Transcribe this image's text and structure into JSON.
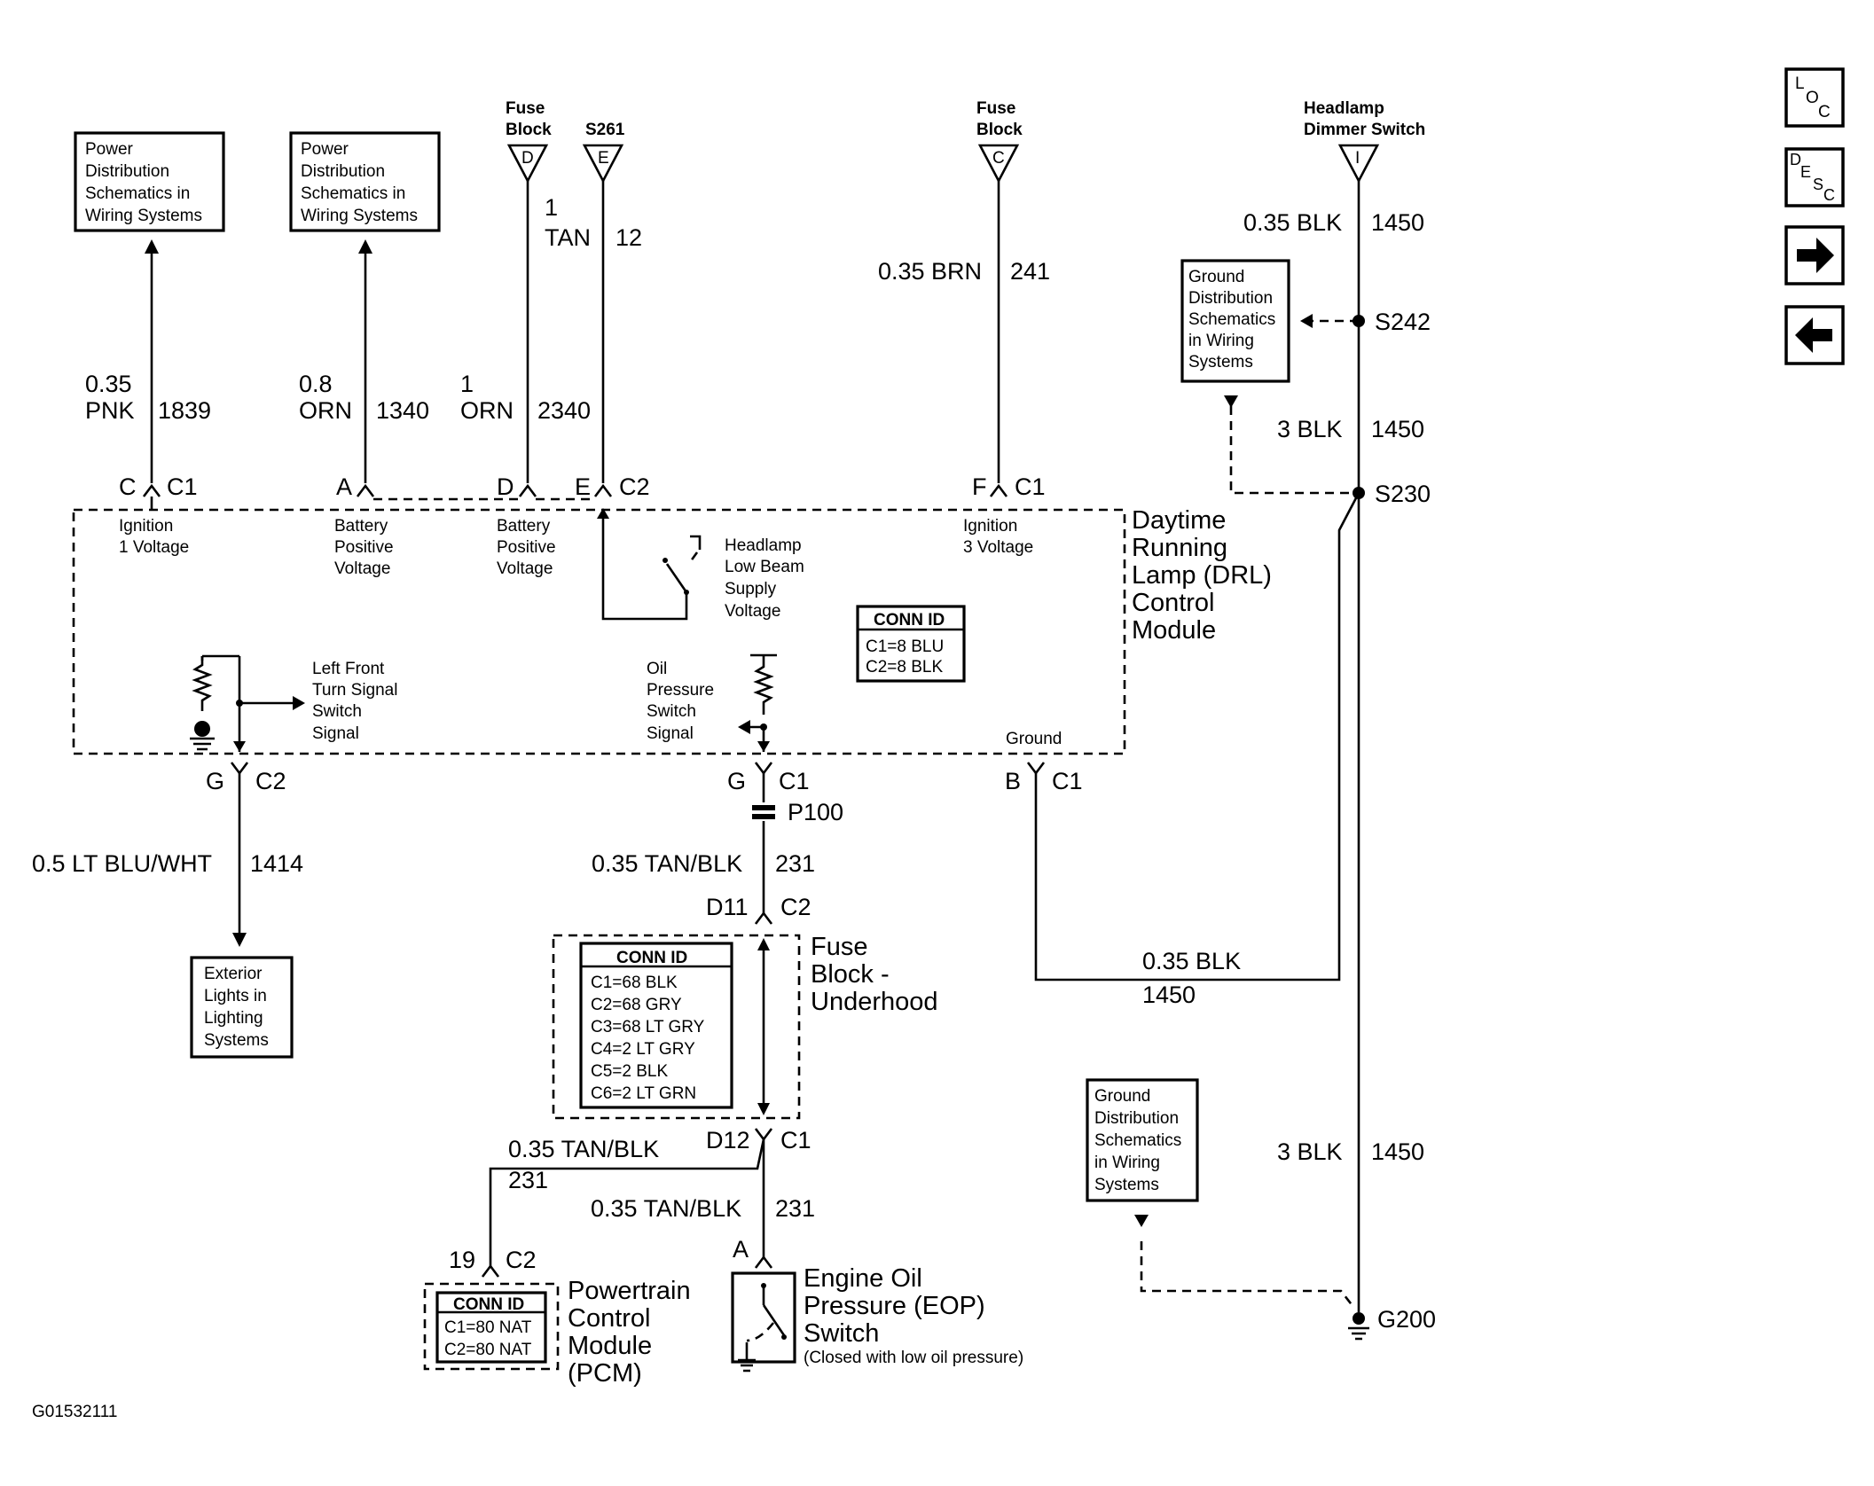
{
  "side_buttons": {
    "loc": [
      "L",
      "O",
      "C"
    ],
    "desc": [
      "D",
      "E",
      "S",
      "C"
    ]
  },
  "boxes": {
    "pwr1": [
      "Power",
      "Distribution",
      "Schematics in",
      "Wiring Systems"
    ],
    "pwr2": [
      "Power",
      "Distribution",
      "Schematics in",
      "Wiring Systems"
    ],
    "gnd_top": [
      "Ground",
      "Distribution",
      "Schematics",
      "in Wiring",
      "Systems"
    ],
    "gnd_bottom": [
      "Ground",
      "Distribution",
      "Schematics",
      "in Wiring",
      "Systems"
    ],
    "ext_lights": [
      "Exterior",
      "Lights in",
      "Lighting",
      "Systems"
    ]
  },
  "top_sources": {
    "fuse_block_d": {
      "label": [
        "Fuse",
        "Block"
      ],
      "letter": "D"
    },
    "s261": {
      "label": [
        "S261"
      ],
      "letter": "E"
    },
    "fuse_block_c": {
      "label": [
        "Fuse",
        "Block"
      ],
      "letter": "C"
    },
    "dimmer": {
      "label": [
        "Headlamp",
        "Dimmer Switch"
      ],
      "letter": "I"
    }
  },
  "wires": {
    "w1839": {
      "size": "0.35",
      "color": "PNK",
      "circuit": "1839"
    },
    "w1340": {
      "size": "0.8",
      "color": "ORN",
      "circuit": "1340"
    },
    "w2340": {
      "size": "1",
      "color": "ORN",
      "circuit": "2340"
    },
    "w12": {
      "size": "1",
      "color": "TAN",
      "circuit": "12"
    },
    "w241": {
      "label": "0.35 BRN",
      "circuit": "241"
    },
    "w1450a": {
      "label": "0.35 BLK",
      "circuit": "1450"
    },
    "w1450b": {
      "label": "3 BLK",
      "circuit": "1450"
    },
    "w1450c": {
      "label": "3 BLK",
      "circuit": "1450"
    },
    "w1414": {
      "label": "0.5 LT BLU/WHT",
      "circuit": "1414"
    },
    "w231a": {
      "label": "0.35 TAN/BLK",
      "circuit": "231"
    },
    "w231b": {
      "label": "0.35 TAN/BLK",
      "circuit": "231"
    },
    "w231c": {
      "label": "0.35 TAN/BLK",
      "circuit": "231"
    },
    "wgnd": {
      "label": "0.35 BLK",
      "circuit": "1450"
    }
  },
  "splices": {
    "s242": "S242",
    "s230": "S230",
    "p100": "P100",
    "g200": "G200"
  },
  "connectors": {
    "c": {
      "pin": "C",
      "conn": "C1"
    },
    "a": {
      "pin": "A"
    },
    "d": {
      "pin": "D"
    },
    "e": {
      "pin": "E",
      "conn": "C2"
    },
    "f": {
      "pin": "F",
      "conn": "C1"
    },
    "g_c2": {
      "pin": "G",
      "conn": "C2"
    },
    "g_c1": {
      "pin": "G",
      "conn": "C1"
    },
    "b_c1": {
      "pin": "B",
      "conn": "C1"
    },
    "d11": {
      "pin": "D11",
      "conn": "C2"
    },
    "d12": {
      "pin": "D12",
      "conn": "C1"
    },
    "pcm19": {
      "pin": "19",
      "conn": "C2"
    },
    "eop_a": {
      "pin": "A"
    }
  },
  "module_inputs": {
    "ign1": [
      "Ignition",
      "1 Voltage"
    ],
    "batt1": [
      "Battery",
      "Positive",
      "Voltage"
    ],
    "batt2": [
      "Battery",
      "Positive",
      "Voltage"
    ],
    "headlamp": [
      "Headlamp",
      "Low Beam",
      "Supply",
      "Voltage"
    ],
    "ign3": [
      "Ignition",
      "3 Voltage"
    ],
    "turn": [
      "Left Front",
      "Turn Signal",
      "Switch",
      "Signal"
    ],
    "oil": [
      "Oil",
      "Pressure",
      "Switch",
      "Signal"
    ],
    "ground": "Ground"
  },
  "drl_module": {
    "title": [
      "Daytime",
      "Running",
      "Lamp (DRL)",
      "Control",
      "Module"
    ],
    "conn_id_title": "CONN ID",
    "conn_id": [
      "C1=8 BLU",
      "C2=8 BLK"
    ]
  },
  "fuse_underhood": {
    "title": [
      "Fuse",
      "Block -",
      "Underhood"
    ],
    "conn_id_title": "CONN ID",
    "conn_id": [
      "C1=68 BLK",
      "C2=68 GRY",
      "C3=68 LT GRY",
      "C4=2 LT GRY",
      "C5=2 BLK",
      "C6=2 LT GRN"
    ]
  },
  "pcm": {
    "title": [
      "Powertrain",
      "Control",
      "Module",
      "(PCM)"
    ],
    "conn_id_title": "CONN ID",
    "conn_id": [
      "C1=80 NAT",
      "C2=80 NAT"
    ]
  },
  "eop": {
    "title": [
      "Engine Oil",
      "Pressure (EOP)",
      "Switch"
    ],
    "note": "(Closed with low oil pressure)"
  },
  "figure_id": "G01532111"
}
